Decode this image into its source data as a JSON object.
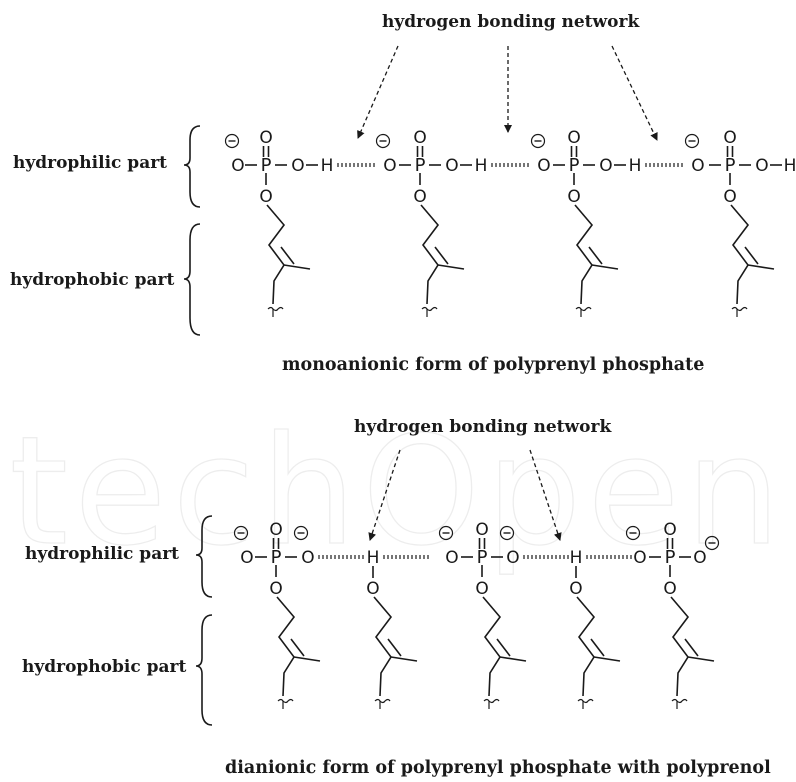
{
  "watermark": "techOpen",
  "panel_top": {
    "network_label": "hydrogen bonding network",
    "hydrophilic_label": "hydrophilic part",
    "hydrophobic_label": "hydrophobic part",
    "caption": "monoanionic form of polyprenyl phosphate"
  },
  "panel_bottom": {
    "network_label": "hydrogen bonding network",
    "hydrophilic_label": "hydrophilic part",
    "hydrophobic_label": "hydrophobic part",
    "caption": "dianionic form of polyprenyl phosphate with polyprenol"
  }
}
